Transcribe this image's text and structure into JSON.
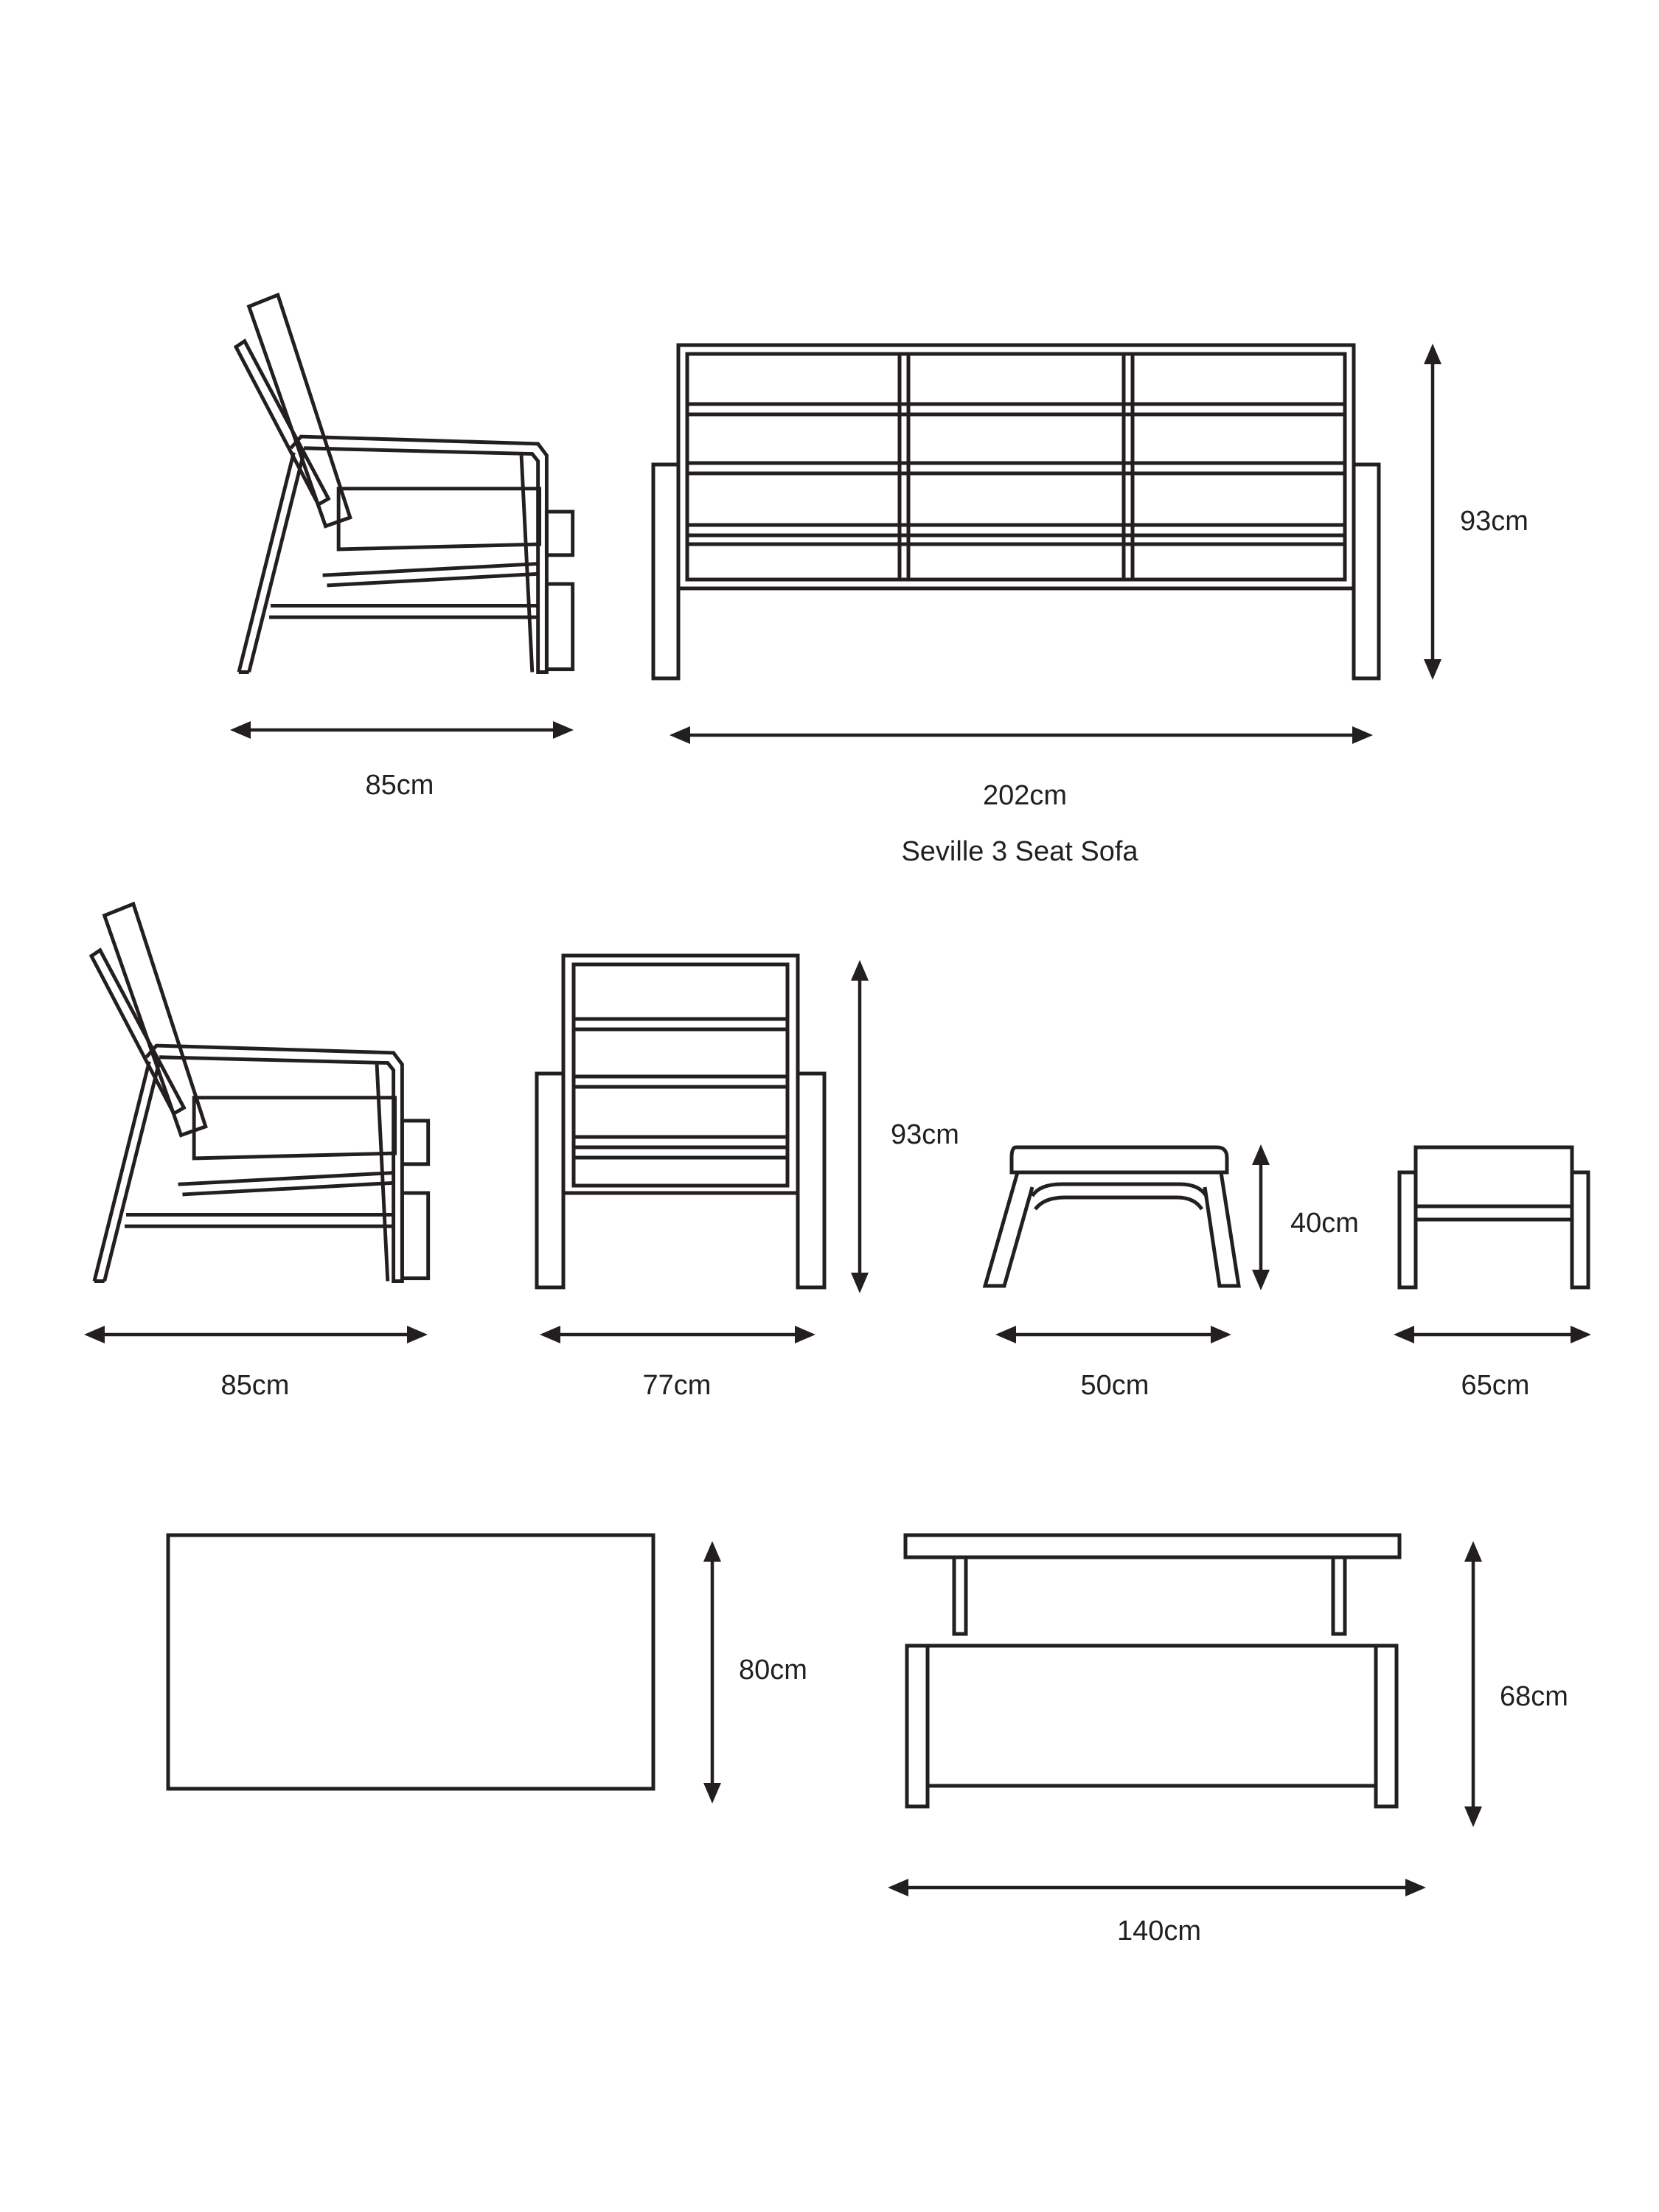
{
  "product": {
    "caption": "Seville 3 Seat Sofa"
  },
  "dimensions": {
    "sofa_side_depth": "85cm",
    "sofa_width": "202cm",
    "sofa_height": "93cm",
    "chair_side_depth": "85cm",
    "chair_width": "77cm",
    "chair_height": "93cm",
    "footstool_depth": "50cm",
    "footstool_height": "40cm",
    "footstool_width": "65cm",
    "table_depth": "80cm",
    "table_width": "140cm",
    "table_height": "68cm"
  },
  "colors": {
    "line": "#231f20",
    "background": "#ffffff"
  }
}
